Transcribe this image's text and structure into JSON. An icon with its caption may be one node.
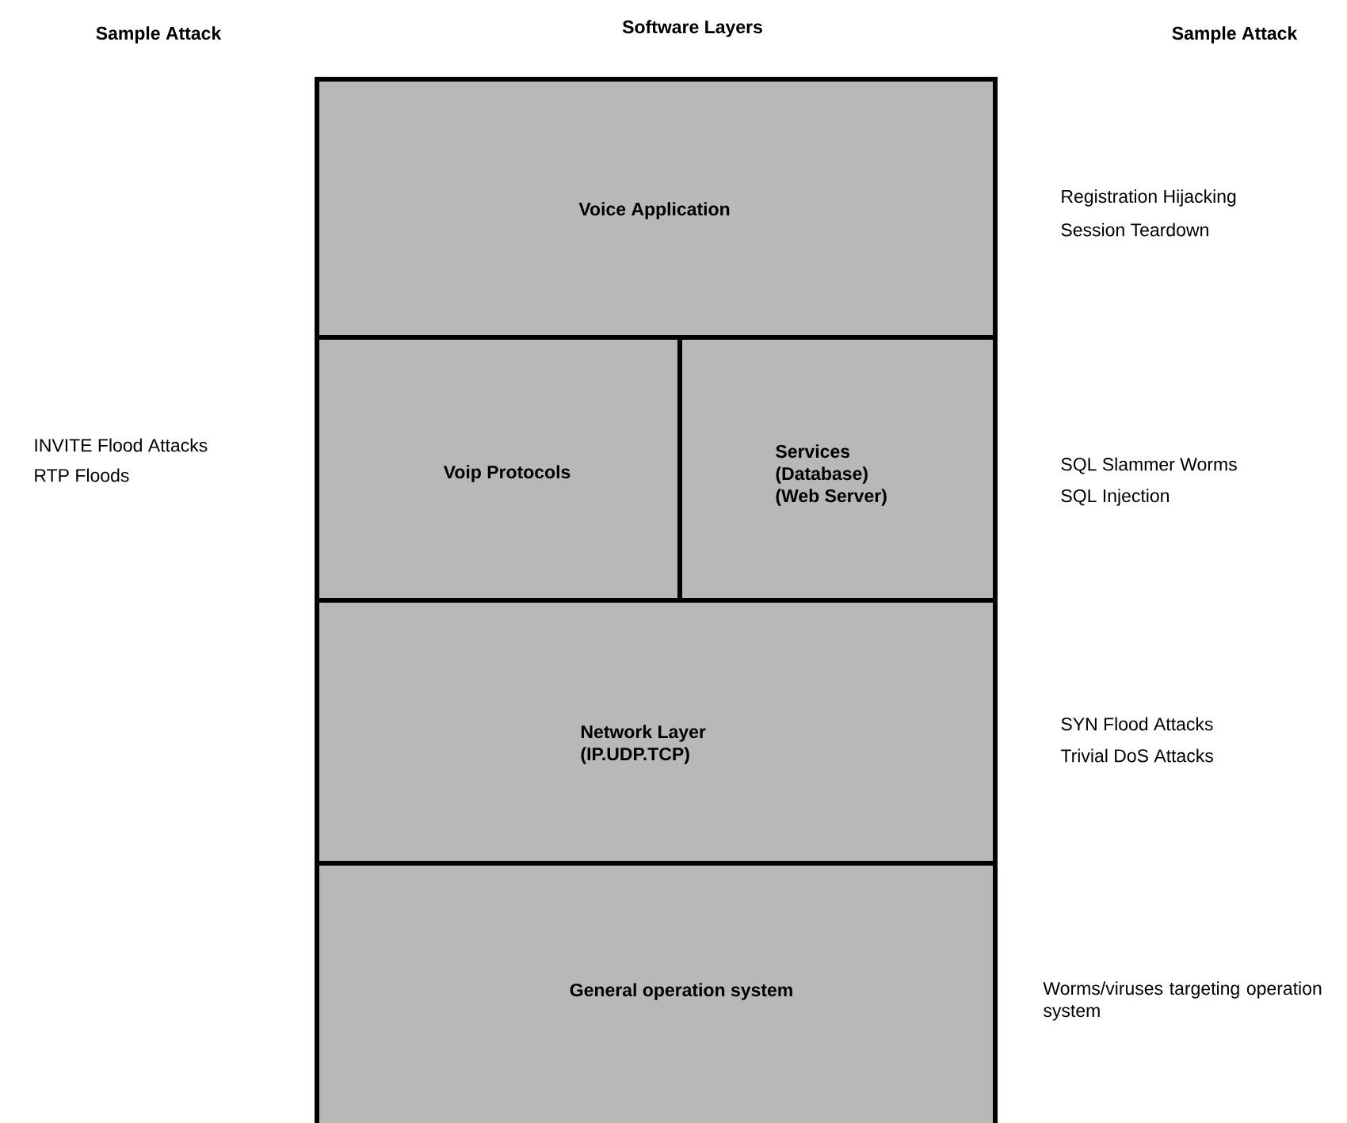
{
  "diagram": {
    "title": "Software Layers",
    "nodes": [
      {
        "text": [
          "Voice Application"
        ]
      },
      {
        "text": [
          "Voip Protocols"
        ]
      },
      {
        "text": [
          "Services",
          "(Database)",
          "(Web Server)"
        ]
      },
      {
        "text": [
          "Network Layer",
          "(IP.UDP.TCP)"
        ]
      },
      {
        "text": [
          "General operation system"
        ]
      }
    ],
    "labels": [
      "Sample Attack",
      "Sample Attack",
      "Registration Hijacking",
      "Session Teardown",
      "INVITE Flood Attacks",
      "RTP Floods",
      "SQL Slammer Worms",
      "SQL Injection",
      "SYN Flood Attacks",
      "Trivial DoS Attacks",
      "Worms/viruses targeting operation system"
    ]
  }
}
